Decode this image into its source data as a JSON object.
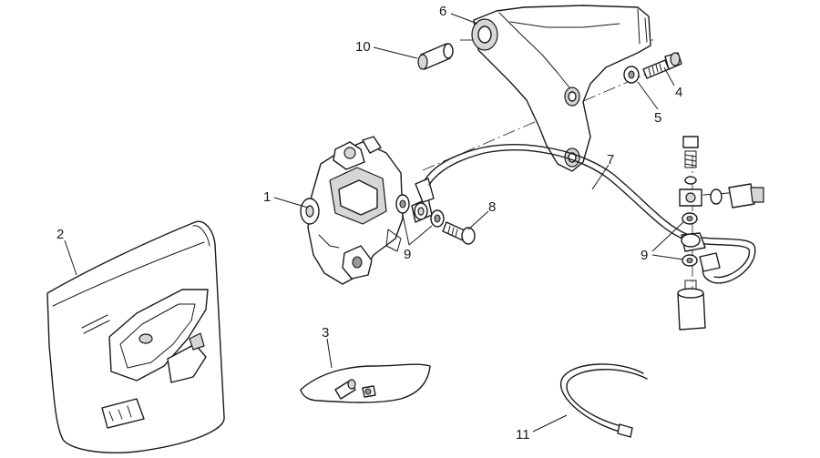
{
  "diagram": {
    "callouts": {
      "c1": "1",
      "c2": "2",
      "c3": "3",
      "c4": "4",
      "c5": "5",
      "c6": "6",
      "c7": "7",
      "c8": "8",
      "c9a": "9",
      "c9b": "9",
      "c10": "10",
      "c11": "11"
    }
  }
}
